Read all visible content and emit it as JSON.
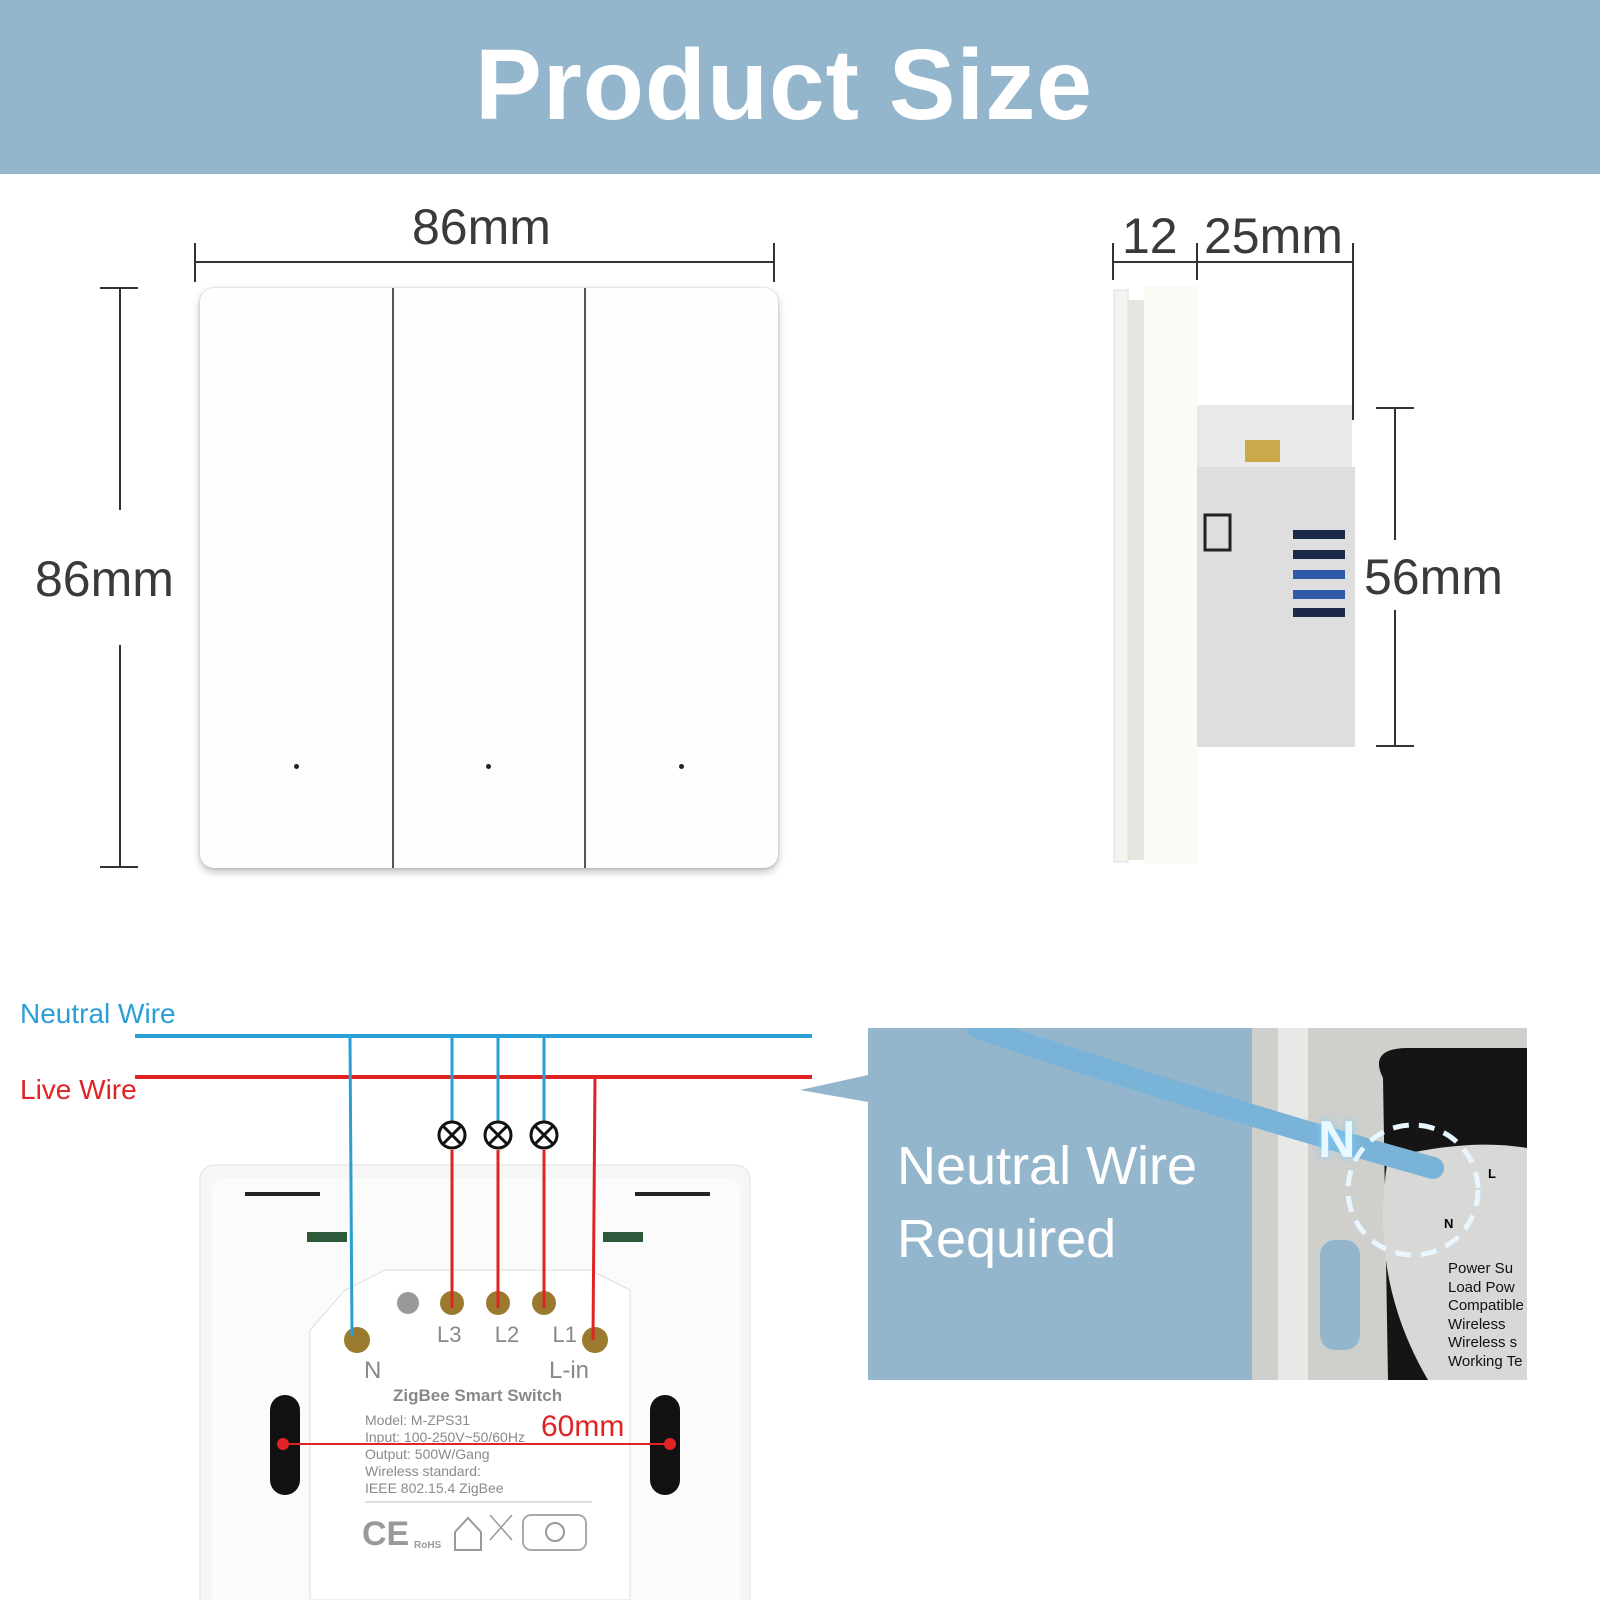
{
  "header": {
    "title": "Product Size"
  },
  "front_view": {
    "width_label": "86mm",
    "height_label": "86mm",
    "gangs": 3
  },
  "side_view": {
    "plate_label": "12",
    "depth_label": "25mm",
    "height_label": "56mm"
  },
  "wiring": {
    "neutral_label": "Neutral Wire",
    "live_label": "Live Wire",
    "neutral_color": "#2a9fd6",
    "live_color": "#e02424",
    "terminals": [
      "N",
      "L3",
      "L2",
      "L1",
      "L-in"
    ],
    "module": {
      "name": "ZigBee Smart Switch",
      "lines": [
        "Model:  M-ZPS31",
        "Input:  100-250V~50/60Hz",
        "Output: 500W/Gang",
        "Wireless standard:",
        "IEEE 802.15.4  ZigBee"
      ],
      "cert_marks": [
        "CE",
        "RoHS"
      ],
      "zigbee_icon": "zigbee-logo-icon"
    },
    "mount_width_label": "60mm"
  },
  "callout": {
    "line1": "Neutral Wire",
    "line2": "Required",
    "photo_marker": "N",
    "photo_label_l": "L",
    "photo_label_n": "N",
    "photo_text": [
      "Power Su",
      "Load Pow",
      "Compatible",
      "Wireless",
      "Wireless s",
      "Working Te"
    ]
  }
}
